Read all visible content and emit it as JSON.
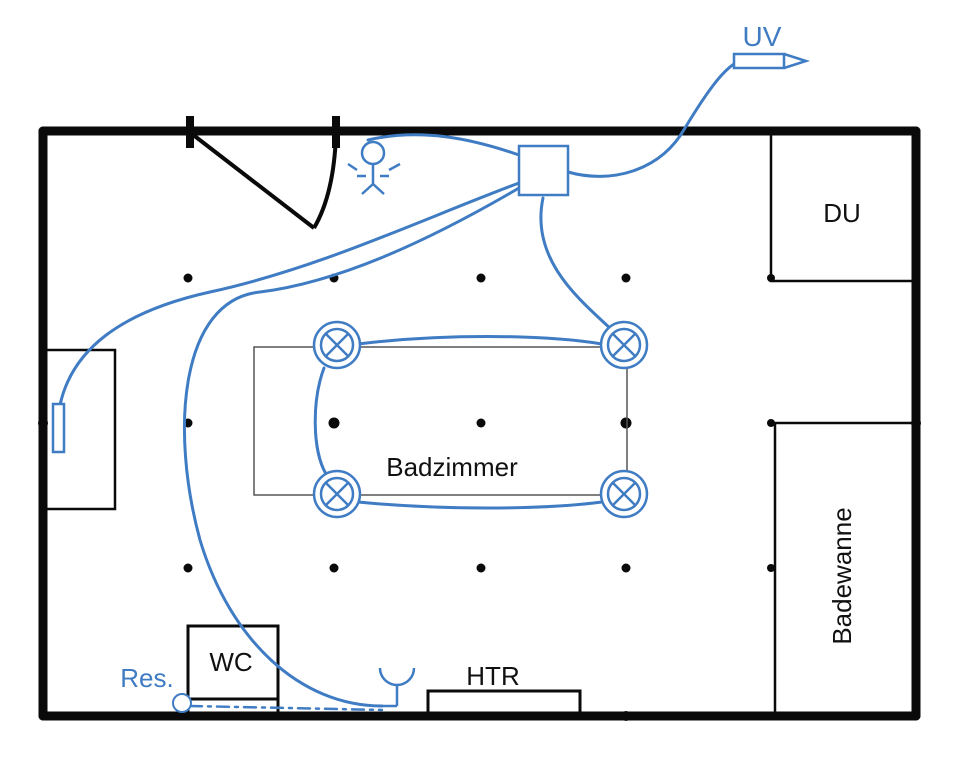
{
  "colors": {
    "wall": "#0a0a0a",
    "wiring": "#3f7cc3",
    "room_outline": "#555555",
    "background": "#ffffff"
  },
  "labels": {
    "uv": "UV",
    "du": "DU",
    "room": "Badzimmer",
    "bathtub": "Badewanne",
    "wc": "WC",
    "res": "Res.",
    "htr": "HTR"
  },
  "symbols": {
    "ceiling_light_count": 4,
    "junction_box": "junction-box-icon",
    "wall_light": "wall-light-icon",
    "socket": "socket-icon",
    "distribution_board": "distribution-board-icon"
  }
}
